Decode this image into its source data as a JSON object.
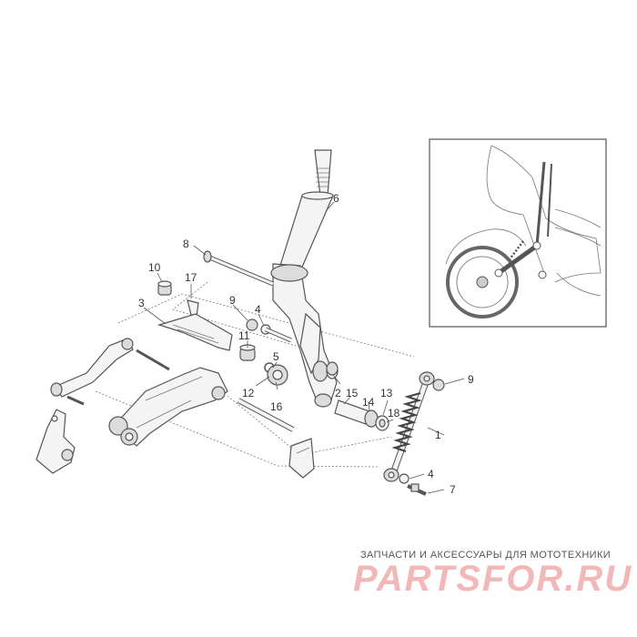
{
  "diagram": {
    "callouts": {
      "c1": "1",
      "c2": "2",
      "c3": "3",
      "c4a": "4",
      "c4b": "4",
      "c5": "5",
      "c6": "6",
      "c7": "7",
      "c8": "8",
      "c9a": "9",
      "c9b": "9",
      "c10": "10",
      "c11": "11",
      "c12": "12",
      "c13": "13",
      "c14": "14",
      "c15": "15",
      "c16": "16",
      "c17": "17",
      "c18": "18"
    }
  },
  "watermark": {
    "tagline": "ЗАПЧАСТИ И АКСЕССУАРЫ ДЛЯ МОТОТЕХНИКИ",
    "brand": "PARTSFOR.RU"
  }
}
